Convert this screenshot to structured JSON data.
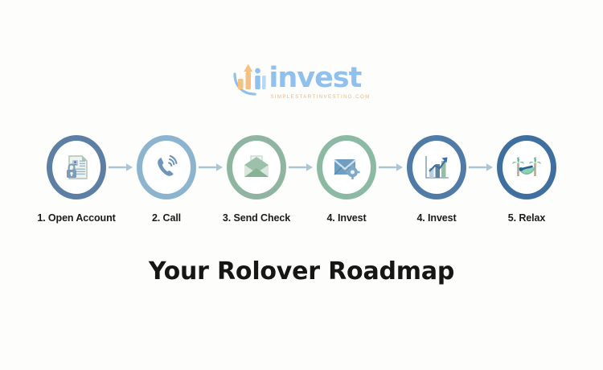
{
  "logo": {
    "word": "invest",
    "tagline": "SIMPLESTARTINVESTING.COM",
    "word_color": "#8fc0ee",
    "tagline_color": "#e9b781",
    "mark_bar_color": "#f5c183",
    "mark_accent_color": "#8fc0ee"
  },
  "headline": "Your Rolover Roadmap",
  "background_color": "#fdfdfc",
  "arrow_color": "#a9c6d8",
  "steps": [
    {
      "label": "1. Open Account",
      "icon": "document-lock-icon",
      "ring_color": "#5c7fa3"
    },
    {
      "label": "2. Call",
      "icon": "phone-ringing-icon",
      "ring_color": "#8db4cf"
    },
    {
      "label": "3. Send Check",
      "icon": "envelope-dollar-check-icon",
      "ring_color": "#8fb5a0"
    },
    {
      "label": "4. Invest",
      "icon": "envelope-gear-icon",
      "ring_color": "#8cb9a2"
    },
    {
      "label": "4. Invest",
      "icon": "growth-bar-chart-icon",
      "ring_color": "#4f7ba6"
    },
    {
      "label": "5. Relax",
      "icon": "palm-hammock-icon",
      "ring_color": "#3f6f9e"
    }
  ]
}
